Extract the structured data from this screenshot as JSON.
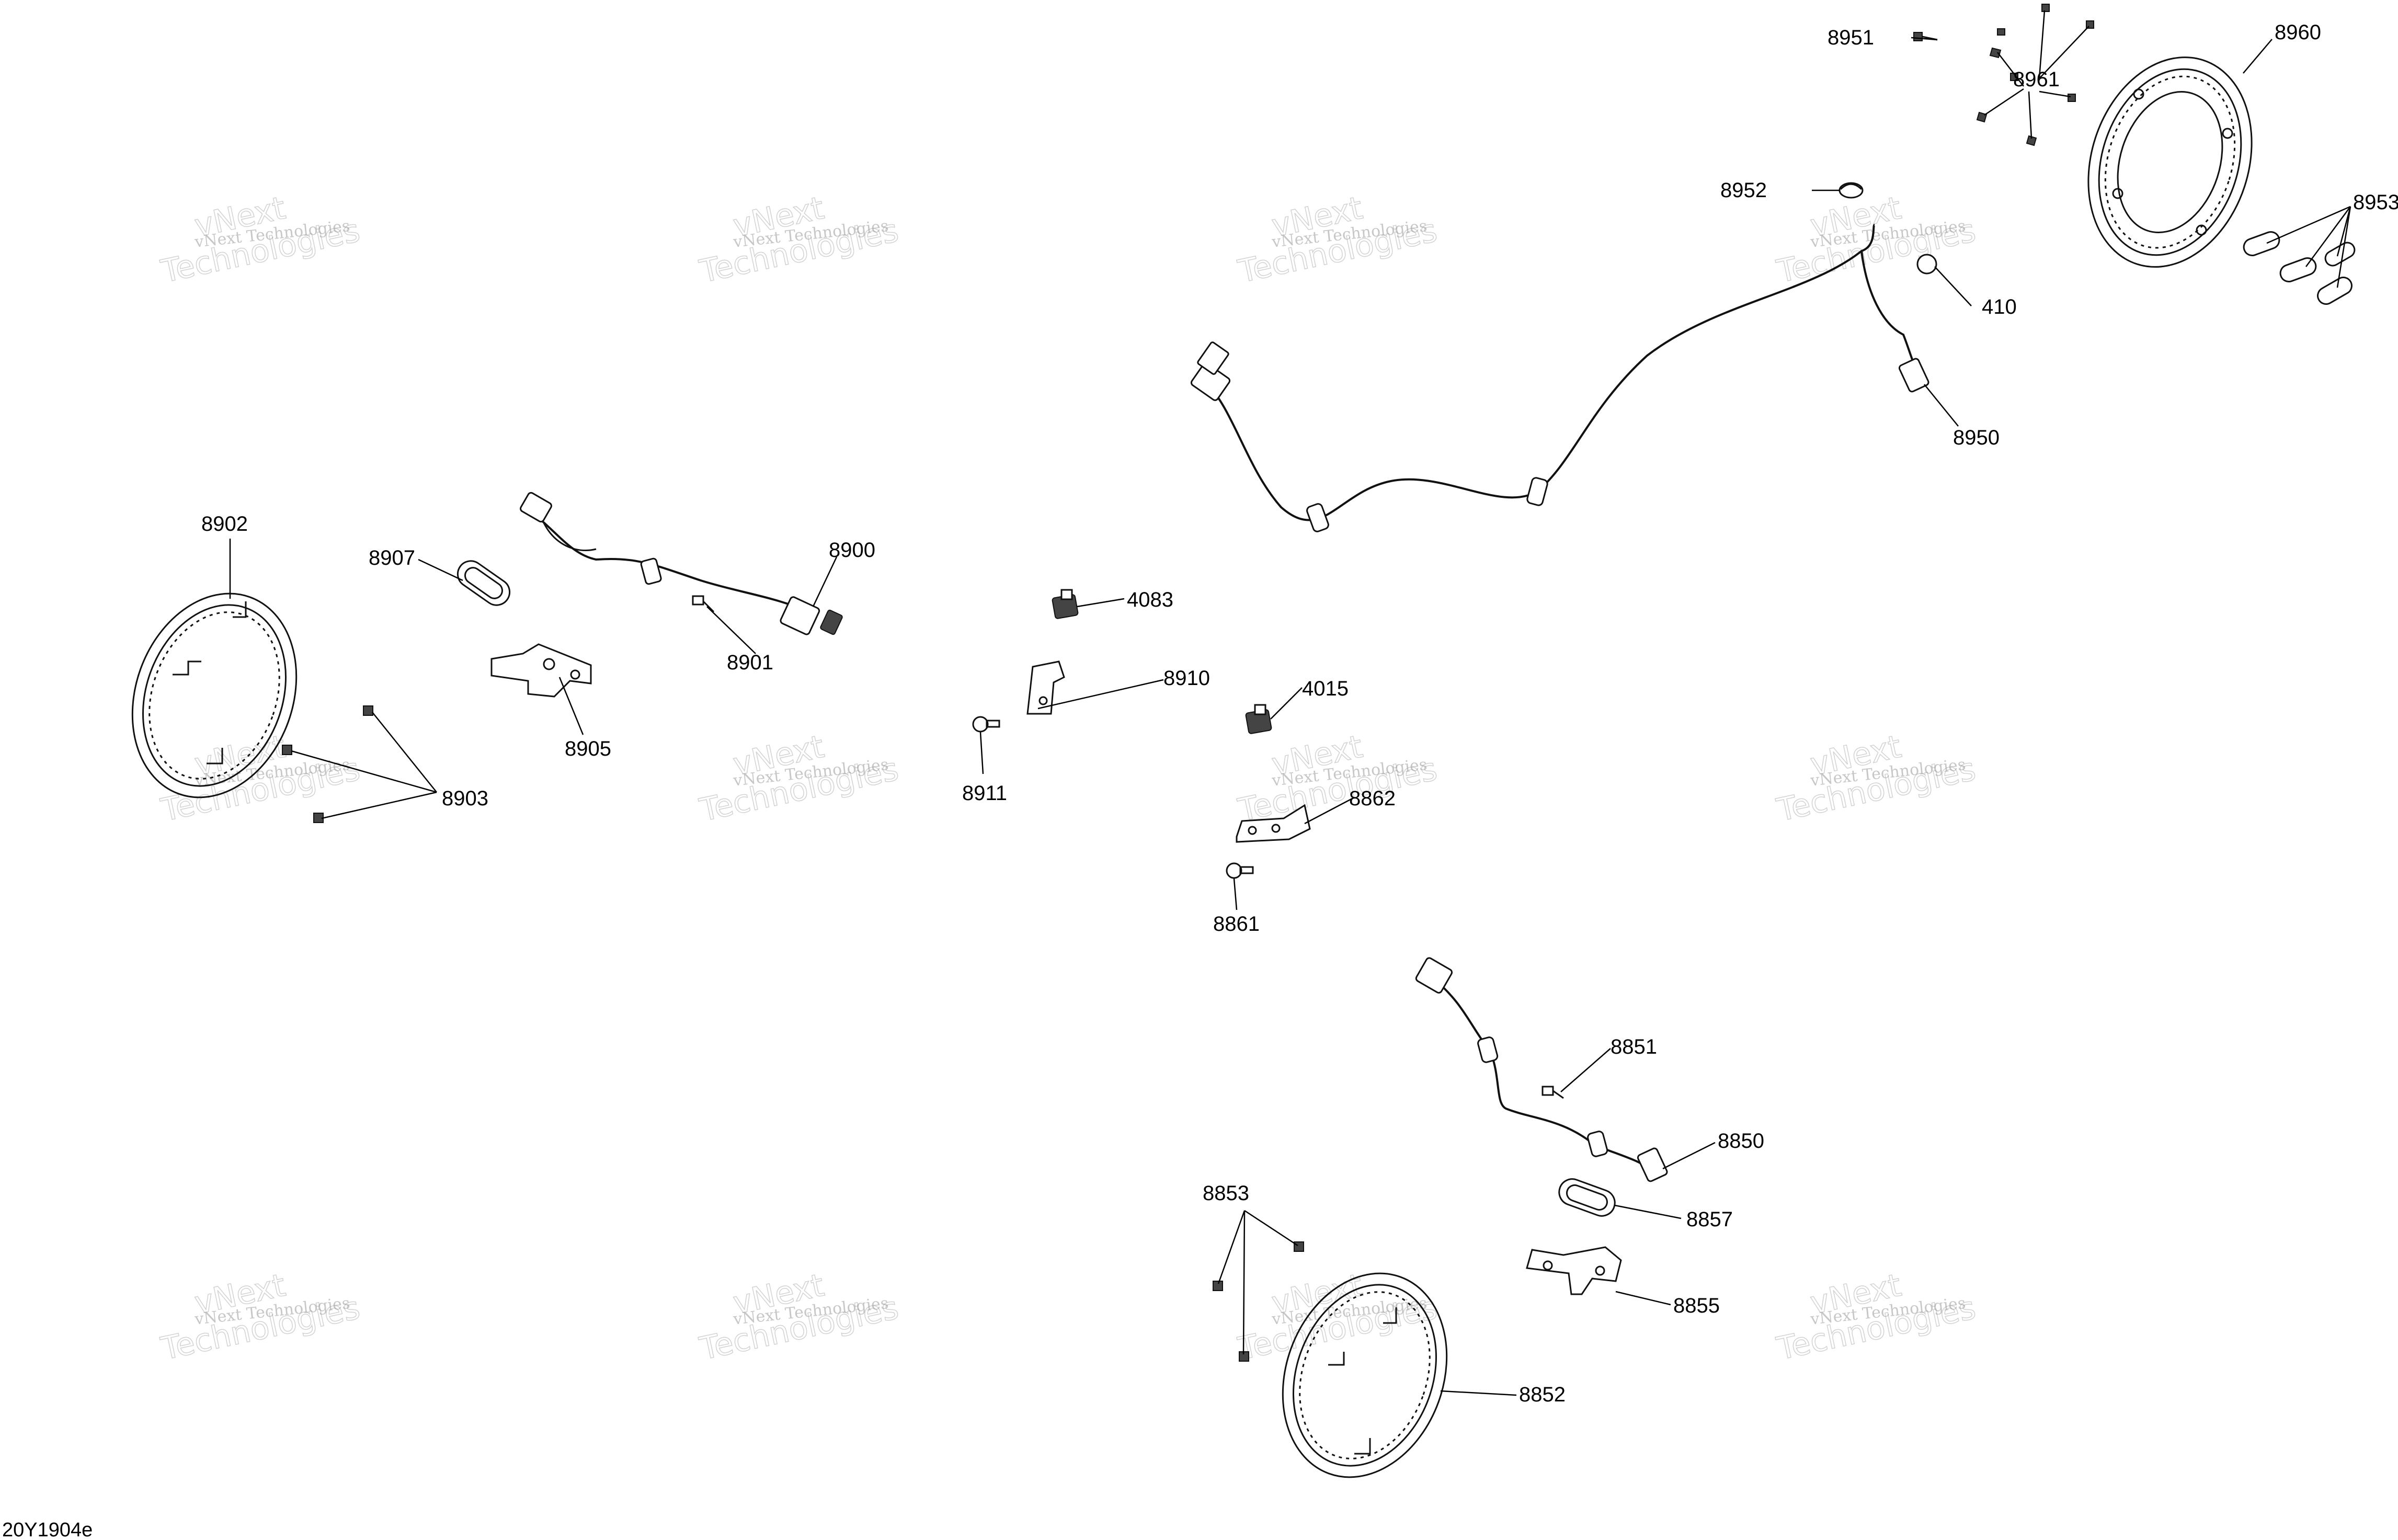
{
  "diagram_code": "20Y1904e",
  "watermark": {
    "line1": "vNext",
    "line2": "Technologies",
    "small": "vNext Technologies"
  },
  "callouts": {
    "c8951": "8951",
    "c8961": "8961",
    "c8960": "8960",
    "c8952": "8952",
    "c8953": "8953",
    "c410": "410",
    "c8950": "8950",
    "c8902": "8902",
    "c8907": "8907",
    "c8900": "8900",
    "c4083": "4083",
    "c8901": "8901",
    "c8910": "8910",
    "c8905": "8905",
    "c4015": "4015",
    "c8903": "8903",
    "c8911": "8911",
    "c8862": "8862",
    "c8861": "8861",
    "c8851": "8851",
    "c8850": "8850",
    "c8853": "8853",
    "c8857": "8857",
    "c8855": "8855",
    "c8852": "8852"
  }
}
